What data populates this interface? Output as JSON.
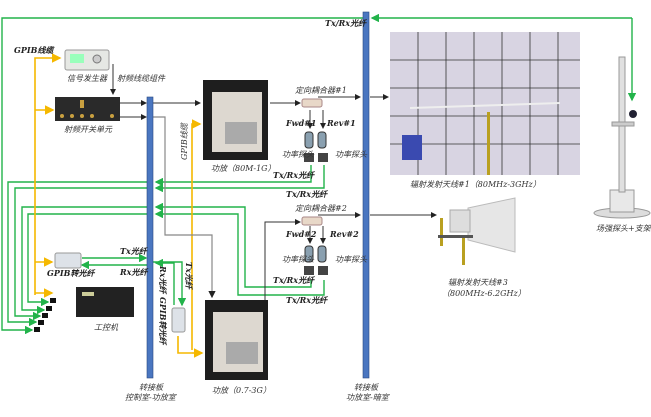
{
  "colors": {
    "fiber": "#22b34a",
    "gpib": "#f5b800",
    "rf": "#333333",
    "panel": "#4a76c0"
  },
  "labels": {
    "gpib_cable_top": "GPIB线缆",
    "signal_generator": "信号发生器",
    "rf_cable_assembly": "射频线缆组件",
    "rf_switch_unit": "射频开关单元",
    "gpib_cable_pa": "GPIB线缆",
    "pa1": "功放（80M-1G）",
    "pa2": "功放（0.7-3G）",
    "coupler1": "定向耦合器#1",
    "coupler2": "定向耦合器#2",
    "fwd1": "Fwd#1",
    "rev1": "Rev#1",
    "fwd2": "Fwd#2",
    "rev2": "Rev#2",
    "power_probe": "功率探头",
    "txrx_fiber": "Tx/Rx光纤",
    "tx_fiber": "Tx光纤",
    "rx_fiber": "Rx光纤",
    "gpib_to_fiber": "GPIB转光纤",
    "ipc": "工控机",
    "antenna1": "辐射发射天线#1（80MHz-3GHz）",
    "antenna3_name": "辐射发射天线#3",
    "antenna3_range": "（800MHz-6.2GHz）",
    "field_probe": "场强探头+支架",
    "panel_left_title": "转接板",
    "panel_left_sub": "控制室-功放室",
    "panel_right_title": "转接板",
    "panel_right_sub": "功放室-暗室"
  }
}
